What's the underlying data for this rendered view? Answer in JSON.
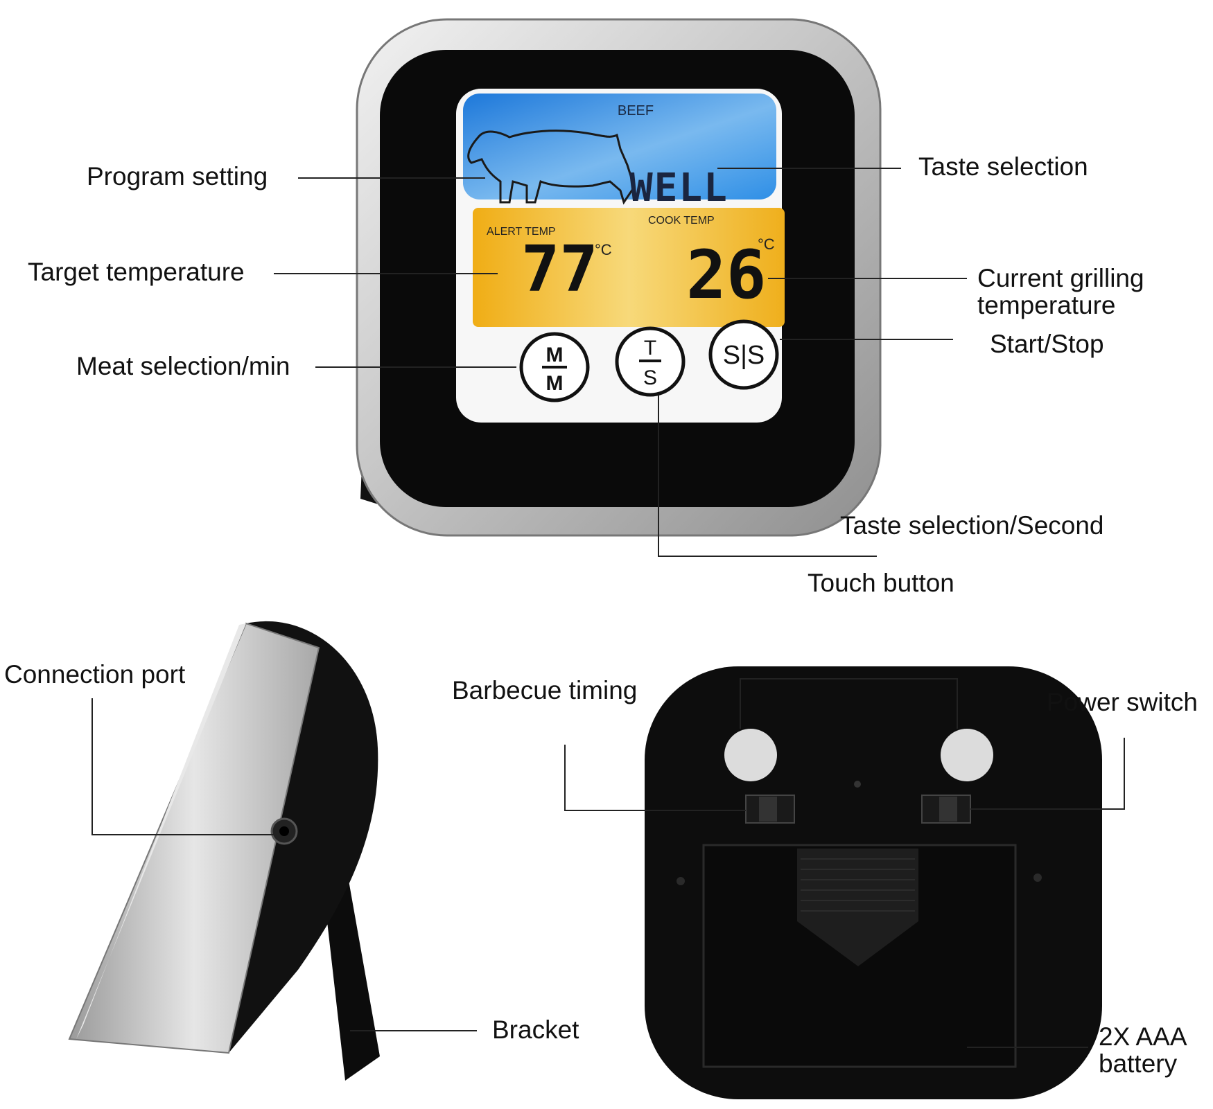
{
  "front": {
    "lcd": {
      "meat_name": "BEEF",
      "taste": "WELL",
      "alert_label": "ALERT TEMP",
      "cook_label": "COOK TEMP",
      "alert_value": "77",
      "cook_value": "26",
      "unit": "°C"
    },
    "buttons": {
      "mm_top": "M",
      "mm_bottom": "M",
      "ts_top": "T",
      "ts_bottom": "S",
      "ss": "S|S"
    },
    "callouts": {
      "program_setting": "Program setting",
      "taste_selection": "Taste selection",
      "target_temperature": "Target temperature",
      "current_grilling_temperature": "Current grilling temperature",
      "start_stop": "Start/Stop",
      "meat_selection_min": "Meat selection/min",
      "taste_selection_second": "Taste selection/Second",
      "touch_button": "Touch button"
    }
  },
  "side": {
    "callouts": {
      "connection_port": "Connection port",
      "bracket": "Bracket"
    }
  },
  "back": {
    "callouts": {
      "barbecue_timing": "Barbecue timing",
      "power_switch": "Power switch",
      "battery": "2X AAA battery"
    }
  },
  "colors": {
    "lcd_blue": "#2f8fe6",
    "lcd_amber": "#f2b21c",
    "bezel_silver": "#c8c8c8",
    "body_black": "#0c0c0c"
  }
}
